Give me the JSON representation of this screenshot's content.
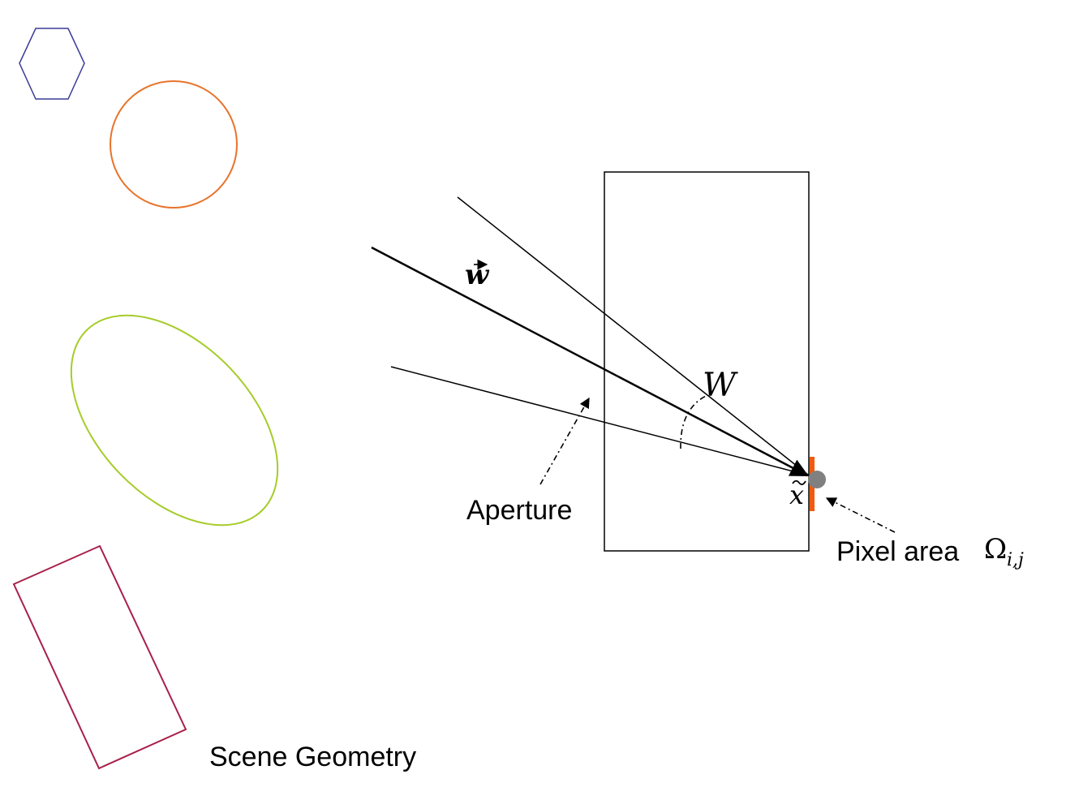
{
  "diagram": {
    "labels": {
      "scene_geometry": "Scene Geometry",
      "aperture": "Aperture",
      "pixel_area": "Pixel area",
      "pixel_area_symbol": "Ω",
      "pixel_area_subscript": "i,j",
      "direction_vector": "w",
      "solid_angle": "W",
      "sensor_point": "x"
    },
    "colors": {
      "hexagon": "#3a3a9a",
      "circle": "#e8732a",
      "ellipse": "#a6cc2a",
      "rectangle": "#a8204a",
      "pixel_bar": "#f05a10",
      "sensor_dot": "#808080",
      "lines": "#000000"
    }
  }
}
